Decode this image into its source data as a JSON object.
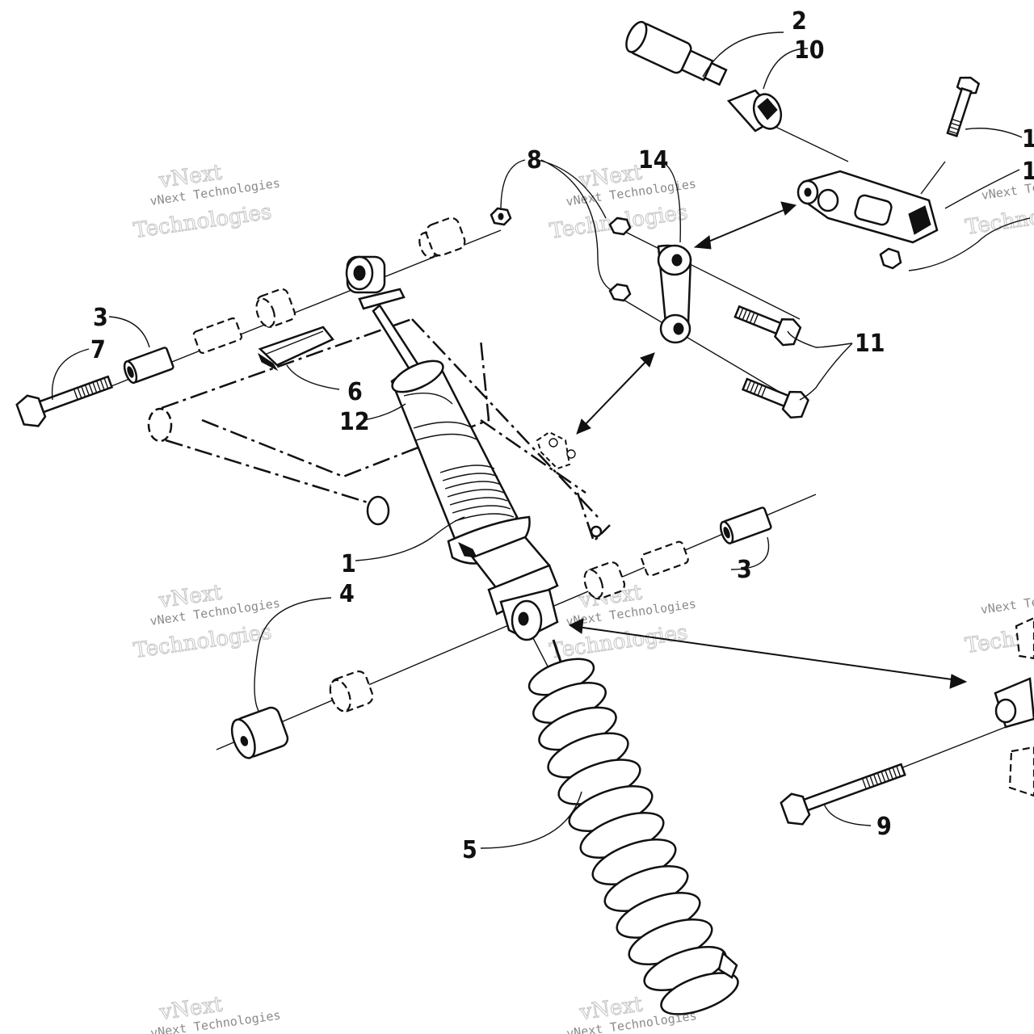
{
  "callouts": {
    "c1": "1",
    "c2": "2",
    "c3a": "3",
    "c3b": "3",
    "c4": "4",
    "c5": "5",
    "c6": "6",
    "c7": "7",
    "c8": "8",
    "c9": "9",
    "c10": "10",
    "c11": "11",
    "c12": "12",
    "c14": "14",
    "c1x": "1",
    "c1y": "1"
  },
  "watermark": {
    "brand": "vNext",
    "line": "vNext Technologies",
    "word": "Technologies"
  }
}
